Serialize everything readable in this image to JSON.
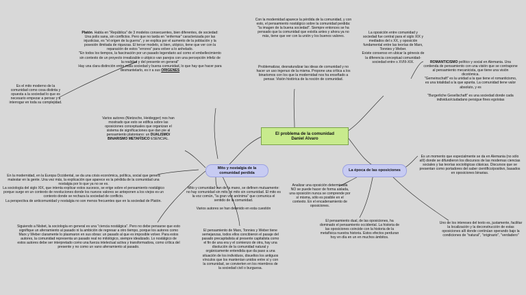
{
  "central": {
    "title": "El problema de la comunidad\nDaniel Alvaro"
  },
  "topics": {
    "mito": "Mito y nostalgia de la\ncomunidad perdida",
    "epoca": "La época de las oposiciones"
  },
  "nodes": {
    "platon_intro": "Platón",
    "platon_body": ". Habla en \"República\" de 3 modelos consecuentes, bien diferentes, de sociedad: Una polis sana, sin conflictos. Pero que no tarda en \"enfermar\" caracterizada por las injusticias, es \"el origen de la guerra\", y se explica por el aumento de la población y la posesión ilimitada de riquezas. El tercer modelo, si bien, utópico, tiene que ver con la reparación de estos \"errores\" para volver a lo anhelado.\n\"En todos los tiempos, la fascinación por un pasado legendario así como el embellecimiento sin contexto de un proyecto irrealizable o utópico van parejos con una percepción infeliz de la realidad y del presente en general\"\nHay una clara distinción entre mala sociedad y buena comunidad, lo que hay que hacer para desmantelarlo, es ir a sus ",
    "platon_origenes": "ORIGENES",
    "mito_moderno": "Es el mito moderno de la comunidad como cosa distinta y opuesta a la sociedad lo que es necesario empezar a pensar y a interrogar en toda su complejidad.",
    "autores_part1": "Varios autores (Nietzsche, Heidegger) nos han mostrado que esto se edifica sobre las oposiciones conceptuales que organizan el sistema de significaciones que dan pie al pensamiento platoniano: un ",
    "autores_dualismo": "DUALISMO/ BINARISMO METAFÍSICO",
    "autores_part2": " ESENCIAL.",
    "modernidad_europa": "En la modernidad, en la Europa Occidental, se da una crisis económica, política, social que genera malestar en la gente. Una vez más, la explicación que aparece es la pérdida de la comunidad una nostalgia por lo que ya no se es.\nLa sociología del siglo XIX, que intenta explicar estos sucesos, se erige sobre el pensamiento nostálgico porque surge en un contexto de revoluciones donde los nuevos valores se anteponen a los viejos es un contexto donde se rechaza la sociedad de conflicto.\nLa perspectiva de anticomunidad y nostalgia no son menos frecuentes que en la sociedad de Platón.",
    "mito_vando": "Mito y comunidad van de la mano, se definen mutuamente: no hay comunidad sin mito, ni mito sin comunidad. El mito es la voz común, \"la gran voz anónima\" que comunica el sentido de la comunidad.\n\nVarios autores se han detenido en esta cuestión",
    "nisbet": "Siguiendo a Nisbet, la sociología en general es una \"ciencia nostálgica\". Pero no debe pensarse que esto signifique un aferramiento al pasado ni la ambición de regresar a otro tiempo, porque los autores como Marx y Weber claramente lo plasmaron en sus obras: un pasado al que es imposible volver. Para estos autores, la comunidad representa un pasado real no mitológico, siempre idealizado. Lo nostálgico de estos autores debe ser interpretado como una fuerza intelectual activa y transformadora, como crítica del presente y no como un vano aferramiento al pasado.",
    "marx_tonnies": "El pensamiento de Marx, Tonnies y Weber tiene semejanzas, todos ellos concibieron el pasaje del pasado precapitalista al presente capitalista como el fin de una era y el comienzo de otra, hay una disolución de la comunidad natural y orgánicamente entendida que da paso a una situación de los individuos, disueltos los antiguos vínculos que los mantenían unidos entre sí y con la comunidad, se convierten en los miembros de la sociedad civil o burguesa.",
    "modernidad_perdida": "Con la modernidad aparece la pérdida de la comunidad, y con esto, el pensamiento nostálgico sobre la comunidad perdida: \"la imagen de la buena sociedad\". Siempre entonces se ha pensado que la comunidad que existía antes y ahora ya no más, tiene que ver con la unión y los buenos valores.",
    "problematizar": "Problematizar, desnaturalizar las ideas de comunidad y no hacer un uso ingenuo de la misma. Propone una crítica a los binarismos con los que la modernidad nos ha enseñado a pensar. Visión histórica de la noción de comunidad.",
    "oposicion_entre": "La oposición entre comunidad y sociedad fue central para el siglo XIX y mediados del s XX, y oposición fundamental entre las teorías de Marx, Tonnies y Weber.\nExiste consenso en ubicar la génesis de la diferencia conceptual comunidad-sociedad entre s XVIII-XIX.",
    "romanticismo_head": "ROMANTICISMO",
    "romanticismo_body": " político y social en Alemania. Una contienda de pensamiento con una visión que se contrapone al pensamiento mecanicista, que tiene una visión dicotómica.\n\"Gemeinschaft\" es la unidad a la que tiene el romanticismo, es una totalidad a la que apunta. La comunidad tiene valor absoluto, y es\n\n\"Burgerliche Gesellschaft\" es una sociedad donde cada individuo/ciudadano persigue fines egoístas",
    "momento": "Es un momento que especialmente se da en Alemania (no sólo allí) donde se difundieron los discursos de las modernas ciencias sociales y las teorías sociológicas clásicas. Discursos que se presentan como portadores del saber científico/positivo, basados en oposiciones binarias.",
    "analizar": "Analizar una oposición determinada NO se puede hacer de forma aislada, una oposición nunca se comprende por sí misma, sólo es posible en el contexto. En el encadenamiento de oposiciones.",
    "pensamiento_dual": "El pensamiento dual, de las oposiciones, ha dominado el pensamiento occidental. La historia de las oposiciones coincide con la historia de la metafísica nuestra historia. Estos efectos perduran hoy en día en un en muchos ámbitos.",
    "intereses": "Uno de los intereses del texto es, justamente, facilitar la localización y la deconstrucción de estas oposiciones allí donde continúan operando bajo la condiciones de \"natural\", \"originario\", \"verdadero\""
  },
  "colors": {
    "central_fill": "#c8eb8d",
    "topic_fill": "#c7cbf2",
    "background": "#d8d8d8",
    "connector": "#333333"
  }
}
